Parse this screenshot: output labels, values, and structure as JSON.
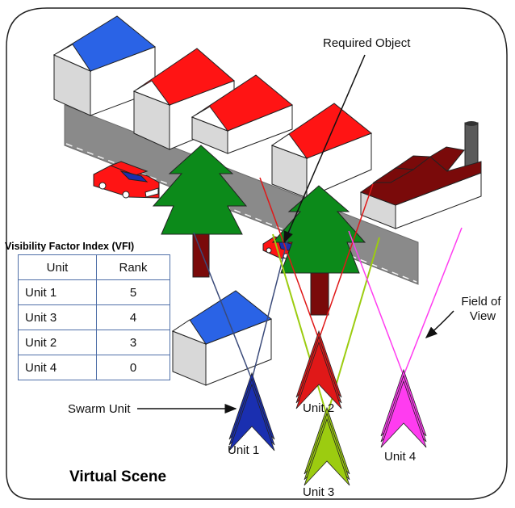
{
  "labels": {
    "required_object": "Required Object",
    "field_of_view": "Field of\nView",
    "swarm_unit": "Swarm Unit",
    "virtual_scene": "Virtual Scene"
  },
  "units": [
    {
      "label": "Unit 1",
      "color": "#1a2fb0"
    },
    {
      "label": "Unit 2",
      "color": "#e01818"
    },
    {
      "label": "Unit 3",
      "color": "#9ccc10"
    },
    {
      "label": "Unit 4",
      "color": "#ff3cf0"
    }
  ],
  "vfi": {
    "title": "Visibility Factor Index (VFI)",
    "headers": [
      "Unit",
      "Rank"
    ],
    "rows": [
      {
        "unit": "Unit 1",
        "rank": "5"
      },
      {
        "unit": "Unit 3",
        "rank": "4"
      },
      {
        "unit": "Unit 2",
        "rank": "3"
      },
      {
        "unit": "Unit 4",
        "rank": "0"
      }
    ]
  },
  "colors": {
    "road": "#8a8a8a",
    "roof_red": "#ff1414",
    "roof_blue": "#2a63e6",
    "tree_green": "#0c8a1a",
    "trunk": "#7a0a0a",
    "factory_roof": "#7a0a0a",
    "vfi_border": "#4f6fa8"
  }
}
